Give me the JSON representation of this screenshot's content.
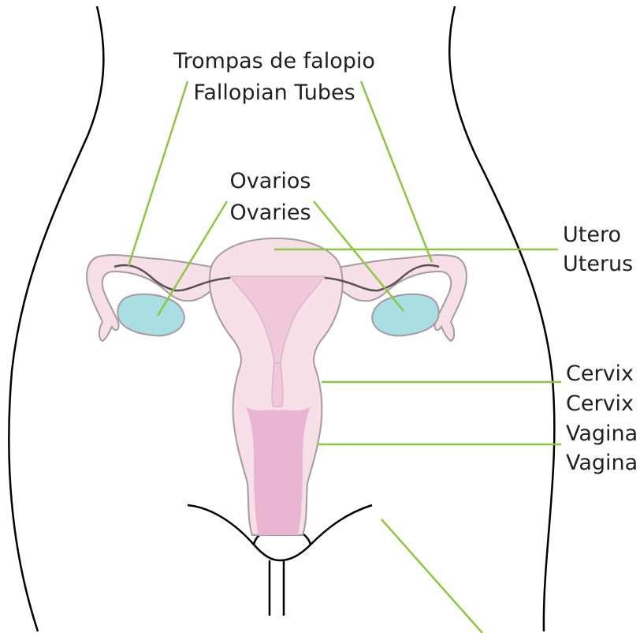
{
  "labels": {
    "fallopian_es": "Trompas de falopio",
    "fallopian_en": "Fallopian Tubes",
    "ovaries_es": "Ovarios",
    "ovaries_en": "Ovaries",
    "uterus_es": "Utero",
    "uterus_en": "Uterus",
    "cervix_es": "Cervix",
    "cervix_en": "Cervix",
    "vagina_es": "Vagina",
    "vagina_en": "Vagina"
  },
  "colors": {
    "organ_fill": "#f7dfe8",
    "organ_stroke": "#a59a9f",
    "uterine_cavity": "#f0c8da",
    "vaginal_canal": "#e9b4d2",
    "ovary": "#a9dee2",
    "tube_line": "#5a4f55",
    "leader_line": "#8dc63f",
    "body_outline": "#000000"
  }
}
